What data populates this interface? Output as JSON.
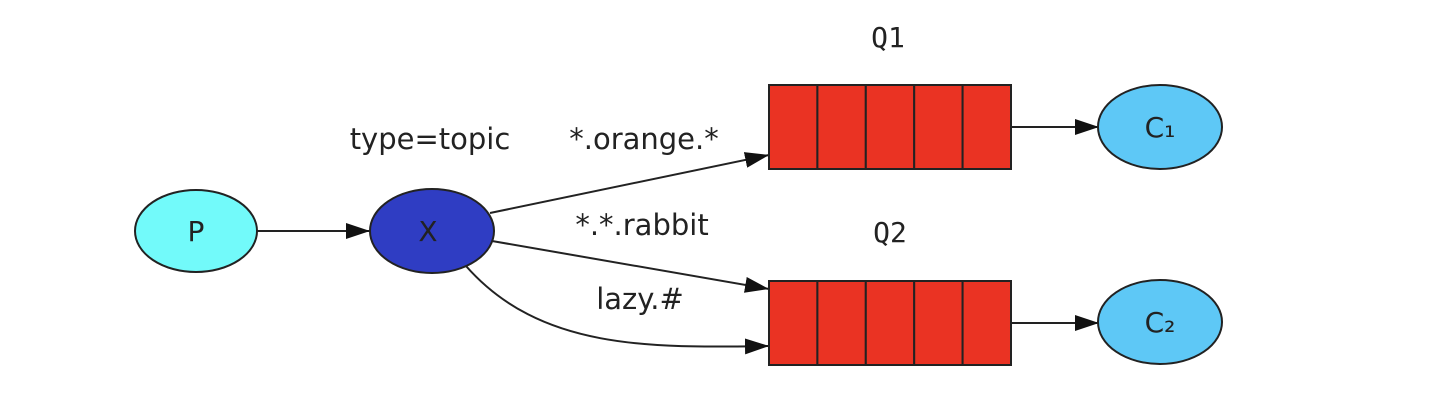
{
  "exchange": {
    "label": "X",
    "type_label": "type=topic",
    "color": "#2f3dc3"
  },
  "producer": {
    "label": "P",
    "color": "#72fafa"
  },
  "queues": [
    {
      "label": "Q1",
      "color": "#ea3323"
    },
    {
      "label": "Q2",
      "color": "#ea3323"
    }
  ],
  "consumers": [
    {
      "label": "C₁",
      "color": "#5ec8f6"
    },
    {
      "label": "C₂",
      "color": "#5ec8f6"
    }
  ],
  "bindings": [
    {
      "label": "*.orange.*"
    },
    {
      "label": "*.*.rabbit"
    },
    {
      "label": "lazy.#"
    }
  ]
}
